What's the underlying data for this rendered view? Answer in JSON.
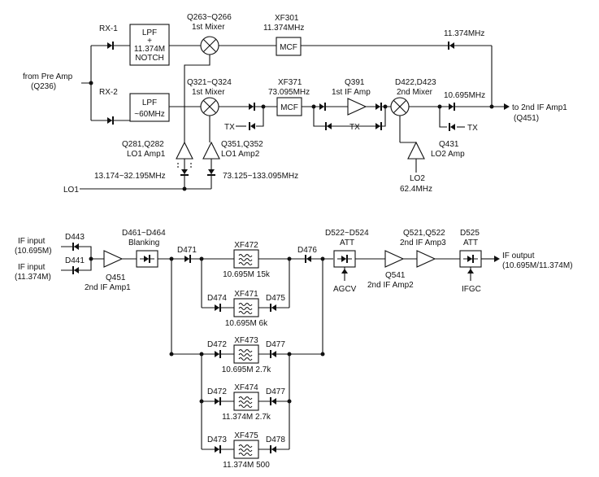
{
  "top": {
    "input_label_1": "from Pre Amp",
    "input_label_2": "(Q236)",
    "rx1": "RX-1",
    "rx2": "RX-2",
    "lpf1": [
      "LPF",
      "+",
      "11.374M",
      "NOTCH"
    ],
    "lpf2": [
      "LPF",
      "~60MHz"
    ],
    "mixer1_a_1": "Q263~Q266",
    "mixer1_a_2": "1st Mixer",
    "mixer1_b_1": "Q321~Q324",
    "mixer1_b_2": "1st Mixer",
    "xf301_1": "XF301",
    "xf301_2": "11.374MHz",
    "xf371_1": "XF371",
    "xf371_2": "73.095MHz",
    "mcf": "MCF",
    "amp_q391_1": "Q391",
    "amp_q391_2": "1st IF Amp",
    "mixer2_1": "D422,D423",
    "mixer2_2": "2nd Mixer",
    "freq_11374": "11.374MHz",
    "freq_10695": "10.695MHz",
    "output_1": "to 2nd IF Amp1",
    "output_2": "(Q451)",
    "tx": "TX",
    "lo1amp1_1": "Q281,Q282",
    "lo1amp1_2": "LO1 Amp1",
    "lo1amp2_1": "Q351,Q352",
    "lo1amp2_2": "LO1 Amp2",
    "lo2amp_1": "Q431",
    "lo2amp_2": "LO2 Amp",
    "lo1_range_1": "13.174~32.195MHz",
    "lo1_range_2": "73.125~133.095MHz",
    "lo1": "LO1",
    "lo2_1": "LO2",
    "lo2_2": "62.4MHz"
  },
  "bottom": {
    "if_in_1a": "IF input",
    "if_in_1b": "(10.695M)",
    "if_in_2a": "IF input",
    "if_in_2b": "(11.374M)",
    "d443": "D443",
    "d441": "D441",
    "q451_1": "Q451",
    "q451_2": "2nd IF Amp1",
    "blank_1": "D461~D464",
    "blank_2": "Blanking",
    "d471": "D471",
    "d476": "D476",
    "att1_1": "D522~D524",
    "att1_2": "ATT",
    "agcv": "AGCV",
    "amp2_1": "Q541",
    "amp2_2": "2nd IF Amp2",
    "amp3_1": "Q521,Q522",
    "amp3_2": "2nd IF Amp3",
    "att2_1": "D525",
    "att2_2": "ATT",
    "ifgc": "IFGC",
    "out_1": "IF output",
    "out_2": "(10.695M/11.374M)",
    "filters": [
      {
        "name": "XF472",
        "spec": "10.695M 15k",
        "din": "",
        "dout": ""
      },
      {
        "name": "XF471",
        "spec": "10.695M 6k",
        "din": "D474",
        "dout": "D475"
      },
      {
        "name": "XF473",
        "spec": "10.695M 2.7k",
        "din": "D472",
        "dout": "D477"
      },
      {
        "name": "XF474",
        "spec": "11.374M 2.7k",
        "din": "D472",
        "dout": "D477"
      },
      {
        "name": "XF475",
        "spec": "11.374M 500",
        "din": "D473",
        "dout": "D478"
      }
    ]
  }
}
